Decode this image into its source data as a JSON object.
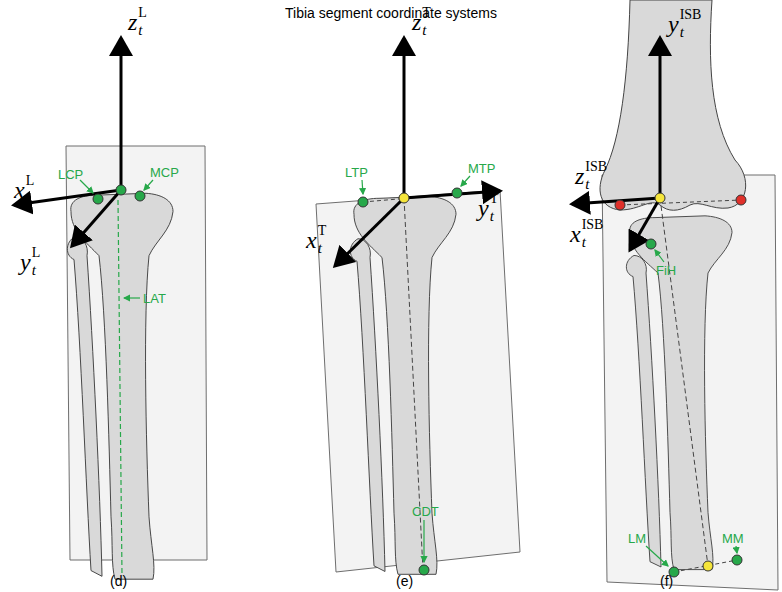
{
  "diagram": {
    "title": "Tibia segment coordinate systems",
    "labels": [
      "z",
      "t",
      "L",
      "x",
      "t",
      "L",
      "y",
      "t",
      "L",
      "LCP",
      "MCP",
      "LAT",
      "(d)",
      "z",
      "t",
      "T",
      "y",
      "t",
      "T",
      "x",
      "t",
      "T",
      "LTP",
      "MTP",
      "CDT",
      "(e)",
      "y",
      "t",
      "ISB",
      "z",
      "t",
      "ISB",
      "x",
      "t",
      "ISB",
      "FiH",
      "LM",
      "MM",
      "(f)"
    ]
  }
}
